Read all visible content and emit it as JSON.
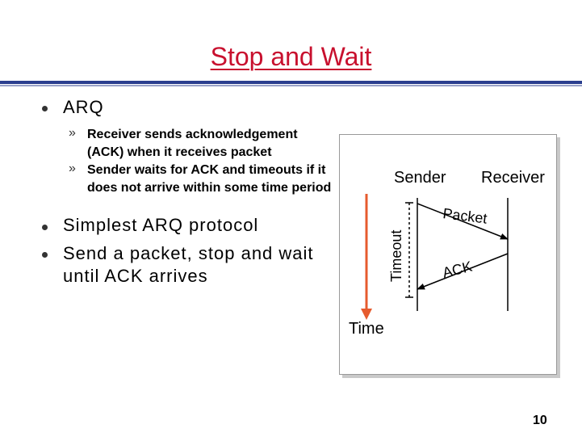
{
  "slide": {
    "title": "Stop and Wait",
    "page_number": "10"
  },
  "bullets": {
    "arq": "ARQ",
    "sub_items": [
      "Receiver sends acknowledgement (ACK) when it receives packet",
      "Sender waits for ACK and timeouts if it does not arrive within some time period"
    ],
    "sub_marker": "»",
    "simplest": "Simplest ARQ protocol",
    "send": "Send a packet, stop and wait until ACK arrives"
  },
  "diagram": {
    "sender_label": "Sender",
    "receiver_label": "Receiver",
    "timeout_label": "Timeout",
    "packet_label": "Packet",
    "ack_label": "ACK",
    "time_label": "Time",
    "colors": {
      "time_arrow": "#e65b2e",
      "line": "#000000"
    }
  },
  "colors": {
    "title": "#c8102e",
    "rule": "#2b3f8f"
  }
}
